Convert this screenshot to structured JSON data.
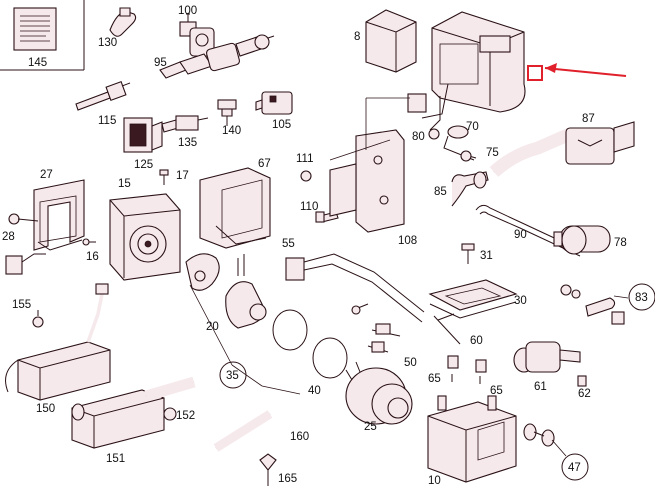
{
  "diagram": {
    "legend_box_label": "145",
    "part_labels": {
      "p8": "8",
      "p10": "10",
      "p15": "15",
      "p16": "16",
      "p17": "17",
      "p20": "20",
      "p25": "25",
      "p27": "27",
      "p28": "28",
      "p30": "30",
      "p31": "31",
      "p35": "35",
      "p40": "40",
      "p47": "47",
      "p50": "50",
      "p55": "55",
      "p60": "60",
      "p61": "61",
      "p62": "62",
      "p65a": "65",
      "p65b": "65",
      "p67": "67",
      "p70": "70",
      "p75": "75",
      "p78": "78",
      "p80": "80",
      "p83": "83",
      "p85": "85",
      "p87": "87",
      "p90": "90",
      "p95": "95",
      "p100": "100",
      "p105": "105",
      "p108": "108",
      "p110": "110",
      "p111": "111",
      "p115": "115",
      "p125": "125",
      "p130": "130",
      "p135": "135",
      "p140": "140",
      "p150": "150",
      "p151": "151",
      "p152": "152",
      "p155": "155",
      "p160": "160",
      "p165": "165"
    },
    "colors": {
      "part_fill": "#f6e9ec",
      "outline": "#2a1216",
      "highlight_arrow": "#e0202a"
    }
  }
}
